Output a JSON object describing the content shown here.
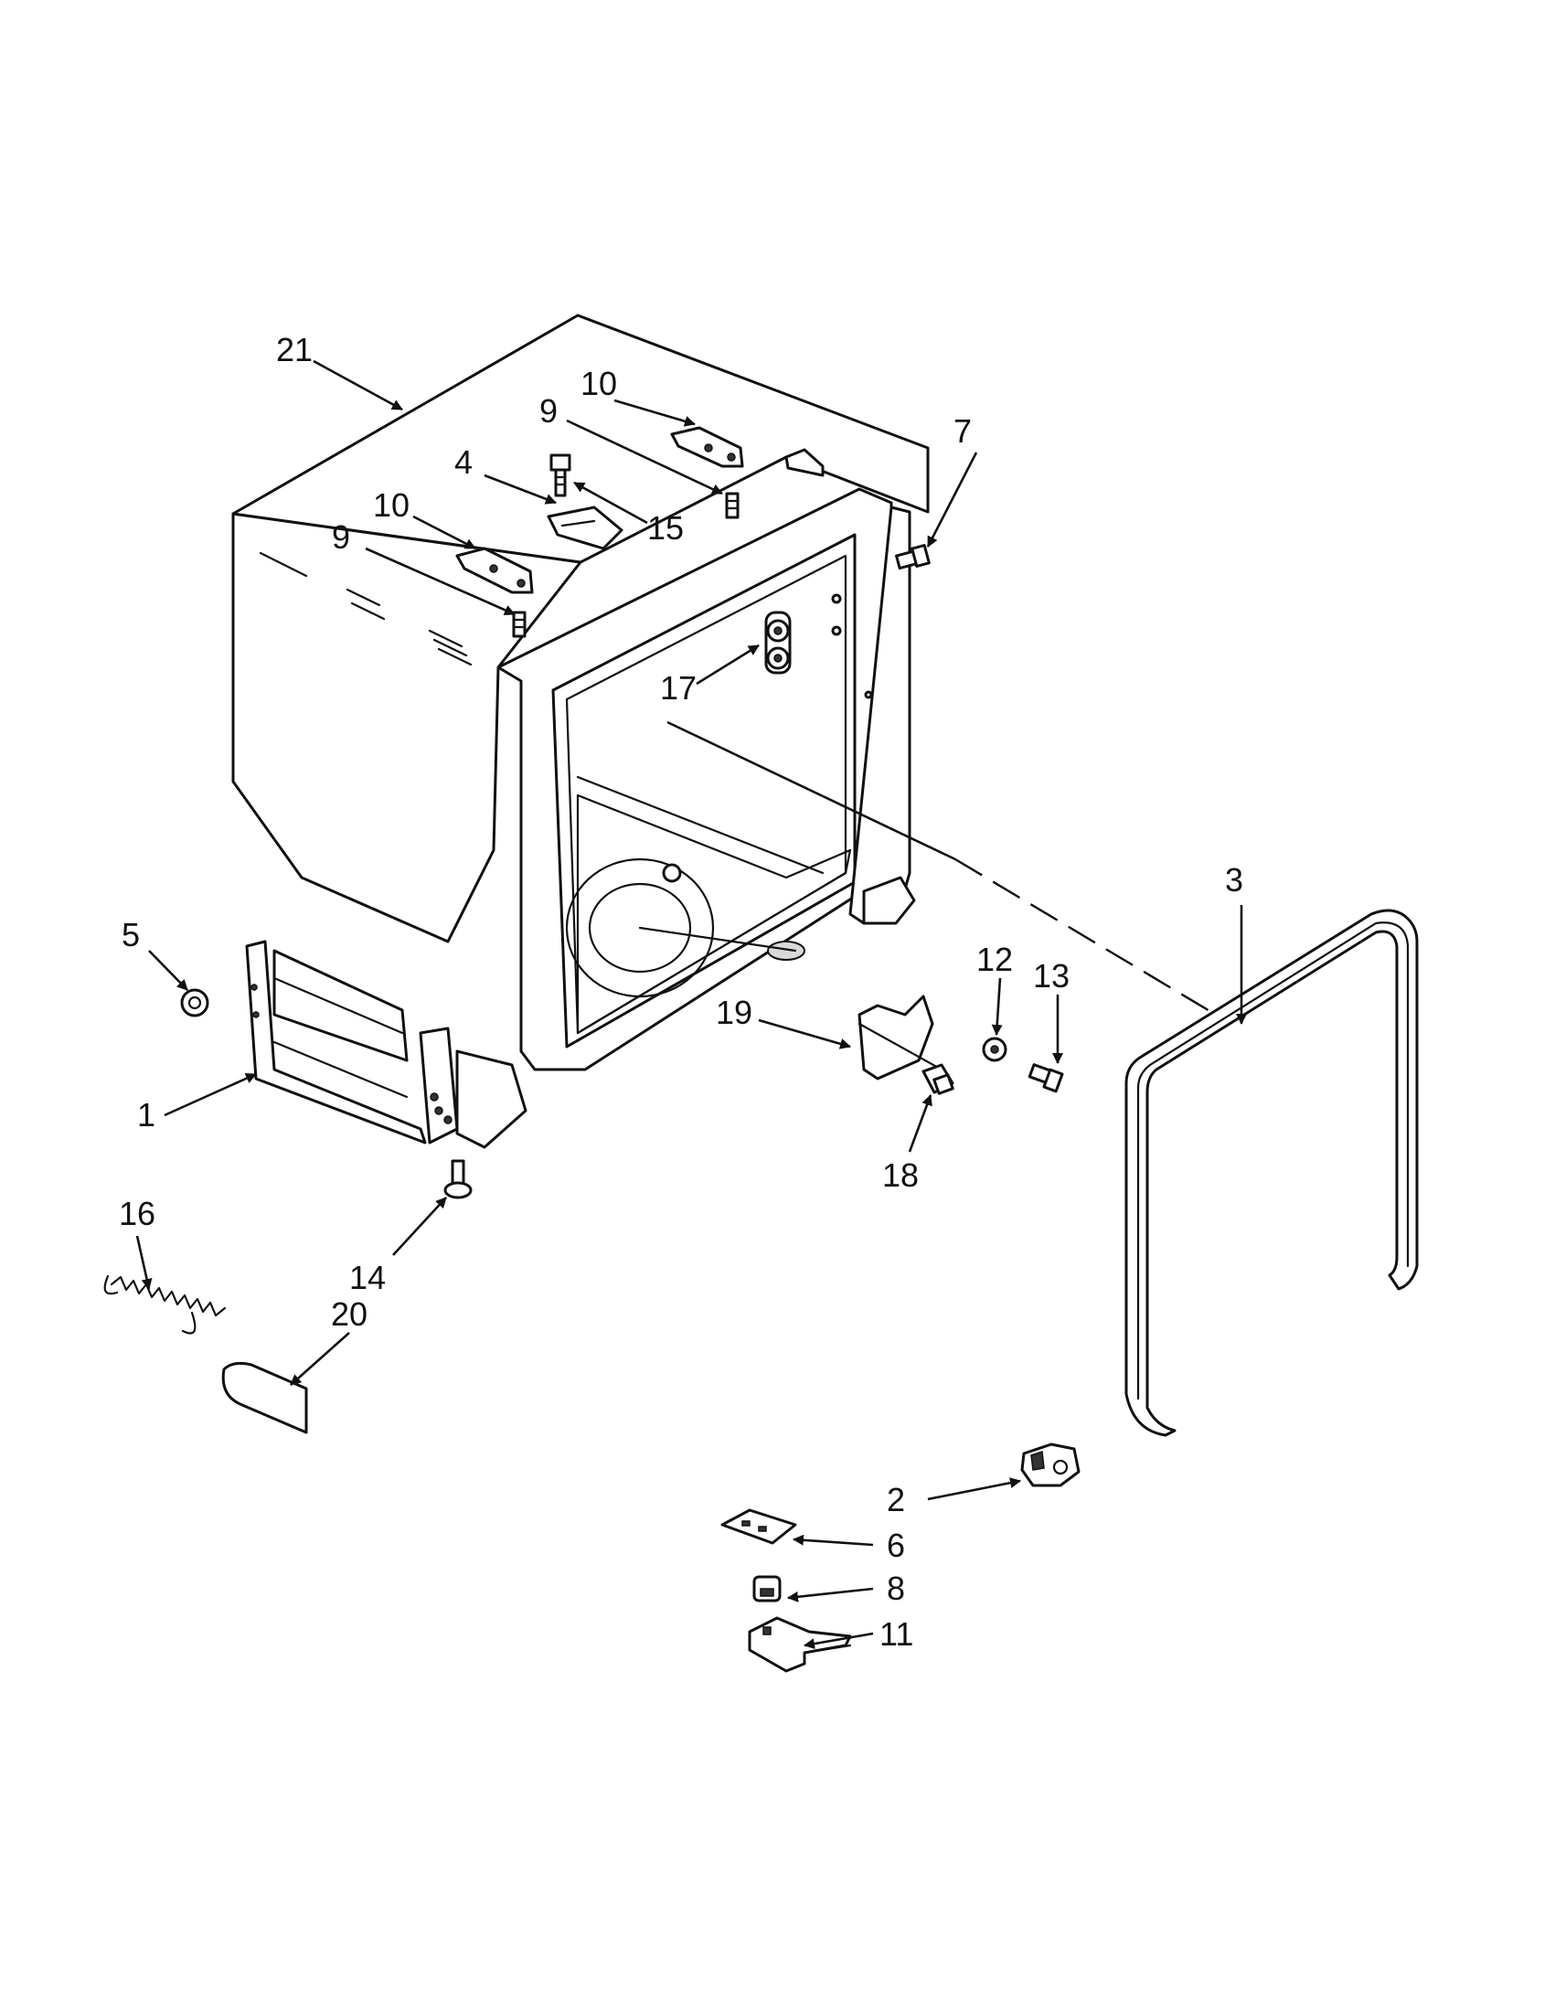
{
  "callouts": [
    {
      "key": "c1",
      "label": "1"
    },
    {
      "key": "c2",
      "label": "2"
    },
    {
      "key": "c3",
      "label": "3"
    },
    {
      "key": "c4",
      "label": "4"
    },
    {
      "key": "c5",
      "label": "5"
    },
    {
      "key": "c6",
      "label": "6"
    },
    {
      "key": "c7",
      "label": "7"
    },
    {
      "key": "c8",
      "label": "8"
    },
    {
      "key": "c9a",
      "label": "9"
    },
    {
      "key": "c9b",
      "label": "9"
    },
    {
      "key": "c10a",
      "label": "10"
    },
    {
      "key": "c10b",
      "label": "10"
    },
    {
      "key": "c11",
      "label": "11"
    },
    {
      "key": "c12",
      "label": "12"
    },
    {
      "key": "c13",
      "label": "13"
    },
    {
      "key": "c14",
      "label": "14"
    },
    {
      "key": "c15",
      "label": "15"
    },
    {
      "key": "c16",
      "label": "16"
    },
    {
      "key": "c17",
      "label": "17"
    },
    {
      "key": "c18",
      "label": "18"
    },
    {
      "key": "c19",
      "label": "19"
    },
    {
      "key": "c20",
      "label": "20"
    },
    {
      "key": "c21",
      "label": "21"
    }
  ],
  "colors": {
    "ink": "#111111",
    "paper": "#ffffff",
    "shade": "#d9d9d9"
  }
}
